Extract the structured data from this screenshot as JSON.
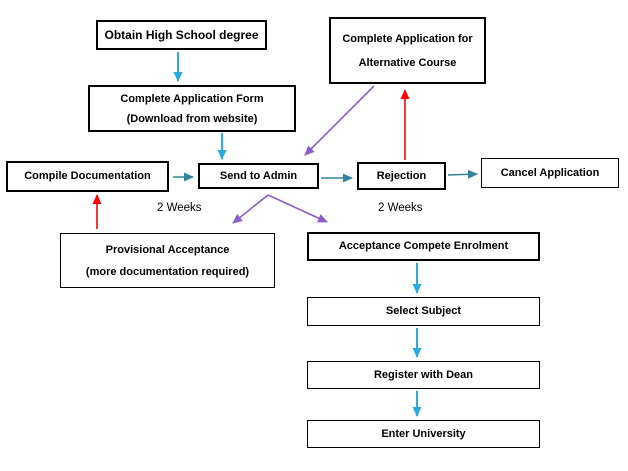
{
  "diagram": {
    "type": "flowchart",
    "subject": "University application process",
    "nodes": {
      "obtain_degree": {
        "label": "Obtain High School degree"
      },
      "complete_form": {
        "line1": "Complete Application Form",
        "line2": "(Download from website)"
      },
      "alt_course": {
        "line1": "Complete Application for",
        "line2": "Alternative Course"
      },
      "compile_docs": {
        "label": "Compile Documentation"
      },
      "send_admin": {
        "label": "Send to Admin"
      },
      "rejection": {
        "label": "Rejection"
      },
      "cancel_app": {
        "label": "Cancel Application"
      },
      "provisional": {
        "line1": "Provisional Acceptance",
        "line2": "(more documentation required)"
      },
      "acceptance": {
        "label": "Acceptance Compete Enrolment"
      },
      "select_subject": {
        "label": "Select Subject"
      },
      "register_dean": {
        "label": "Register with Dean"
      },
      "enter_university": {
        "label": "Enter University"
      }
    },
    "annotations": {
      "wait_left": "2 Weeks",
      "wait_right": "2 Weeks"
    },
    "colors": {
      "background": "#ffffff",
      "box_border": "#000000",
      "text": "#000000",
      "cyan_arrow": "#29ABE2",
      "teal_arrow": "#31849B",
      "red_arrow": "#FF0000",
      "purple_arrow": "#8B5FC7"
    },
    "edges": [
      {
        "from": "Obtain High School degree",
        "to": "Complete Application Form (Download from website)",
        "color": "cyan"
      },
      {
        "from": "Complete Application Form (Download from website)",
        "to": "Send to Admin",
        "color": "cyan"
      },
      {
        "from": "Compile Documentation",
        "to": "Send to Admin",
        "color": "teal"
      },
      {
        "from": "Send to Admin",
        "to": "Rejection",
        "color": "teal"
      },
      {
        "from": "Rejection",
        "to": "Cancel Application",
        "color": "teal"
      },
      {
        "from": "Rejection",
        "to": "Complete Application for Alternative Course",
        "color": "red"
      },
      {
        "from": "Complete Application for Alternative Course",
        "to": "Send to Admin",
        "color": "purple"
      },
      {
        "from": "Send to Admin",
        "to": "Provisional Acceptance (more documentation required)",
        "color": "purple",
        "label": "2 Weeks"
      },
      {
        "from": "Send to Admin",
        "to": "Acceptance Compete Enrolment",
        "color": "purple",
        "label": "2 Weeks"
      },
      {
        "from": "Provisional Acceptance (more documentation required)",
        "to": "Compile Documentation",
        "color": "red"
      },
      {
        "from": "Acceptance Compete Enrolment",
        "to": "Select Subject",
        "color": "cyan"
      },
      {
        "from": "Select Subject",
        "to": "Register with Dean",
        "color": "cyan"
      },
      {
        "from": "Register with Dean",
        "to": "Enter University",
        "color": "cyan"
      }
    ]
  }
}
